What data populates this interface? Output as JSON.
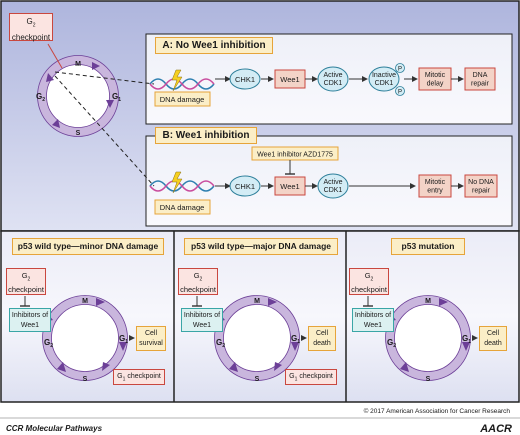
{
  "panel_a": {
    "title": "A: No Wee1 inhibition",
    "dna_damage": "DNA damage",
    "chk1": "CHK1",
    "wee1": "Wee1",
    "active_cdk1": [
      "Active",
      "CDK1"
    ],
    "inactive_cdk1": [
      "Inactive",
      "CDK1"
    ],
    "phospho": "P",
    "outcome_1": [
      "Mitotic",
      "delay"
    ],
    "outcome_2": [
      "DNA",
      "repair"
    ]
  },
  "panel_b": {
    "title": "B: Wee1 inhibition",
    "inhibitor": "Wee1 inhibitor AZD1775",
    "dna_damage": "DNA damage",
    "chk1": "CHK1",
    "wee1": "Wee1",
    "active_cdk1": [
      "Active",
      "CDK1"
    ],
    "outcome_1": [
      "Mitotic",
      "entry"
    ],
    "outcome_2": [
      "No DNA",
      "repair"
    ]
  },
  "top_cycle": {
    "checkpoint": "checkpoint",
    "g2": "G",
    "g2_sub": "2",
    "m": "M",
    "g1": "G",
    "g1_sub": "1",
    "s": "S"
  },
  "bottom": [
    {
      "title": "p53 wild type—minor DNA damage",
      "checkpoint_top": "checkpoint",
      "inhibitors": [
        "Inhibitors of",
        "Wee1"
      ],
      "result": [
        "Cell",
        "survival"
      ],
      "g1_checkpoint": "checkpoint"
    },
    {
      "title": "p53 wild type—major DNA damage",
      "checkpoint_top": "checkpoint",
      "inhibitors": [
        "Inhibitors of",
        "Wee1"
      ],
      "result": [
        "Cell",
        "death"
      ],
      "g1_checkpoint": "checkpoint"
    },
    {
      "title": "p53 mutation",
      "checkpoint_top": "checkpoint",
      "inhibitors": [
        "Inhibitors of",
        "Wee1"
      ],
      "result": [
        "Cell",
        "death"
      ],
      "g1_checkpoint": ""
    }
  ],
  "footer": {
    "copyright": "© 2017 American Association for Cancer Research",
    "journal": "CCR Molecular Pathways",
    "logo": "AACR"
  },
  "colors": {
    "pink_fill": "#fbe4e1",
    "pink_border": "#c9473f",
    "yellow_fill": "#fbeec7",
    "yellow_border": "#e6a43a",
    "teal_fill": "#dcf1f1",
    "teal_border": "#3aa6a6",
    "node_fill": "#d3ecf5",
    "node_border": "#2d7f9a",
    "ring": "#c9b6dd",
    "ring_dark": "#6c3f97"
  }
}
